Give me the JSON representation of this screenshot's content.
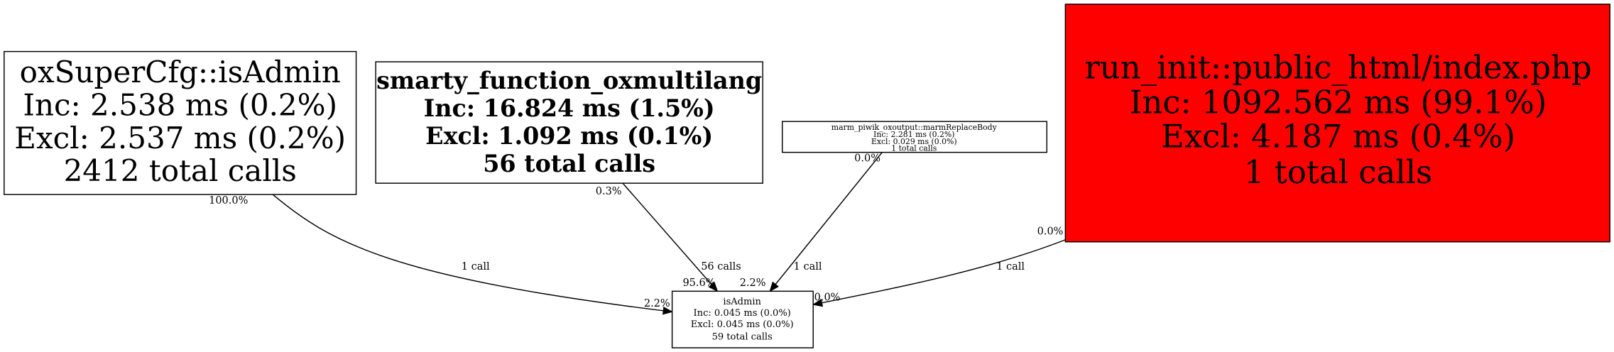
{
  "nodes": {
    "oxsupercfg": {
      "title": "oxSuperCfg::isAdmin",
      "inc": "Inc: 2.538 ms (0.2%)",
      "excl": "Excl: 2.537 ms (0.2%)",
      "calls": "2412 total calls",
      "fill": "#ffffff"
    },
    "smarty": {
      "title": "smarty_function_oxmultilang",
      "inc": "Inc: 16.824 ms (1.5%)",
      "excl": "Excl: 1.092 ms (0.1%)",
      "calls": "56 total calls",
      "fill": "#ffffff"
    },
    "marm": {
      "title": "marm_piwik_oxoutput::marmReplaceBody",
      "inc": "Inc: 2.281 ms (0.2%)",
      "excl": "Excl: 0.029 ms (0.0%)",
      "calls": "1 total calls",
      "fill": "#ffffff"
    },
    "runinit": {
      "title": "run_init::public_html/index.php",
      "inc": "Inc: 1092.562 ms (99.1%)",
      "excl": "Excl: 4.187 ms (0.4%)",
      "calls": "1 total calls",
      "fill": "#ff0000"
    },
    "isadmin": {
      "title": "isAdmin",
      "inc": "Inc: 0.045 ms (0.0%)",
      "excl": "Excl: 0.045 ms (0.0%)",
      "calls": "59 total calls",
      "fill": "#ffffff"
    }
  },
  "edges": {
    "oxsupercfg_isadmin": {
      "tail": "100.0%",
      "label": "1 call",
      "head": "2.2%"
    },
    "smarty_isadmin": {
      "tail": "0.3%",
      "label": "56 calls",
      "head": "95.6%"
    },
    "marm_isadmin": {
      "tail": "0.0%",
      "label": "1 call",
      "head": "2.2%"
    },
    "runinit_isadmin": {
      "tail": "0.0%",
      "label": "1 call",
      "head": "0.0%"
    }
  }
}
